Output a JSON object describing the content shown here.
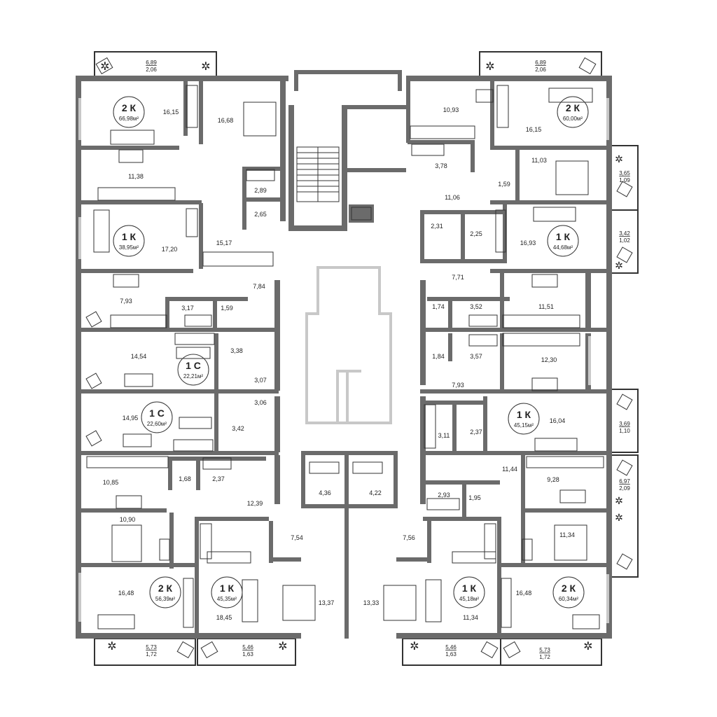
{
  "rooms": [
    {
      "id": "r01",
      "area": "16,15"
    },
    {
      "id": "r02",
      "area": "16,68"
    },
    {
      "id": "r03",
      "area": "11,38"
    },
    {
      "id": "r04",
      "area": "2,89"
    },
    {
      "id": "r05",
      "area": "2,65"
    },
    {
      "id": "r06",
      "area": "17,20"
    },
    {
      "id": "r07",
      "area": "15,17"
    },
    {
      "id": "r08",
      "area": "7,84"
    },
    {
      "id": "r09",
      "area": "7,93"
    },
    {
      "id": "r10",
      "area": "3,17"
    },
    {
      "id": "r11",
      "area": "1,59"
    },
    {
      "id": "r12",
      "area": "14,54"
    },
    {
      "id": "r13",
      "area": "3,38"
    },
    {
      "id": "r14",
      "area": "3,07"
    },
    {
      "id": "r15",
      "area": "3,06"
    },
    {
      "id": "r16",
      "area": "14,95"
    },
    {
      "id": "r17",
      "area": "3,42"
    },
    {
      "id": "r18",
      "area": "10,85"
    },
    {
      "id": "r19",
      "area": "1,68"
    },
    {
      "id": "r20",
      "area": "2,37"
    },
    {
      "id": "r21",
      "area": "12,39"
    },
    {
      "id": "r22",
      "area": "10,90"
    },
    {
      "id": "r23",
      "area": "16,48"
    },
    {
      "id": "r24",
      "area": "18,45"
    },
    {
      "id": "r25",
      "area": "7,54"
    },
    {
      "id": "r26",
      "area": "4,36"
    },
    {
      "id": "r27",
      "area": "4,22"
    },
    {
      "id": "r28",
      "area": "7,56"
    },
    {
      "id": "r29",
      "area": "13,37"
    },
    {
      "id": "r30",
      "area": "13,33"
    },
    {
      "id": "r31",
      "area": "10,93"
    },
    {
      "id": "r32",
      "area": "16,15"
    },
    {
      "id": "r33",
      "area": "3,78"
    },
    {
      "id": "r34",
      "area": "11,03"
    },
    {
      "id": "r35",
      "area": "1,59"
    },
    {
      "id": "r36",
      "area": "11,06"
    },
    {
      "id": "r37",
      "area": "2,31"
    },
    {
      "id": "r38",
      "area": "2,25"
    },
    {
      "id": "r39",
      "area": "16,93"
    },
    {
      "id": "r40",
      "area": "7,71"
    },
    {
      "id": "r41",
      "area": "1,74"
    },
    {
      "id": "r42",
      "area": "3,52"
    },
    {
      "id": "r43",
      "area": "11,51"
    },
    {
      "id": "r44",
      "area": "1,84"
    },
    {
      "id": "r45",
      "area": "3,57"
    },
    {
      "id": "r46",
      "area": "12,30"
    },
    {
      "id": "r47",
      "area": "7,93"
    },
    {
      "id": "r48",
      "area": "3,11"
    },
    {
      "id": "r49",
      "area": "2,37"
    },
    {
      "id": "r50",
      "area": "16,04"
    },
    {
      "id": "r51",
      "area": "11,44"
    },
    {
      "id": "r52",
      "area": "9,28"
    },
    {
      "id": "r53",
      "area": "2,93"
    },
    {
      "id": "r54",
      "area": "1,95"
    },
    {
      "id": "r55",
      "area": "11,34"
    },
    {
      "id": "r56",
      "area": "16,48"
    },
    {
      "id": "r57",
      "area": "11,34"
    }
  ],
  "units": [
    {
      "id": "u01",
      "type": "2 К",
      "total": "66,98м²"
    },
    {
      "id": "u02",
      "type": "1 К",
      "total": "38,95м²"
    },
    {
      "id": "u03",
      "type": "1 С",
      "total": "22,21м²"
    },
    {
      "id": "u04",
      "type": "1 С",
      "total": "22,60м²"
    },
    {
      "id": "u05",
      "type": "2 К",
      "total": "56,39м²"
    },
    {
      "id": "u06",
      "type": "1 К",
      "total": "45,35м²"
    },
    {
      "id": "u07",
      "type": "2 К",
      "total": "60,00м²"
    },
    {
      "id": "u08",
      "type": "1 К",
      "total": "44,68м²"
    },
    {
      "id": "u09",
      "type": "1 К",
      "total": "45,15м²"
    },
    {
      "id": "u10",
      "type": "1 К",
      "total": "45,18м²"
    },
    {
      "id": "u11",
      "type": "2 К",
      "total": "60,34м²"
    }
  ],
  "balconies": [
    {
      "id": "b01",
      "gross": "6,89",
      "net": "2,06"
    },
    {
      "id": "b02",
      "gross": "6,89",
      "net": "2,06"
    },
    {
      "id": "b03",
      "gross": "3,65",
      "net": "1,09"
    },
    {
      "id": "b04",
      "gross": "3,42",
      "net": "1,02"
    },
    {
      "id": "b05",
      "gross": "3,69",
      "net": "1,10"
    },
    {
      "id": "b06",
      "gross": "6,97",
      "net": "2,09"
    },
    {
      "id": "b07",
      "gross": "5,73",
      "net": "1,72"
    },
    {
      "id": "b08",
      "gross": "5,46",
      "net": "1,63"
    },
    {
      "id": "b09",
      "gross": "5,46",
      "net": "1,63"
    },
    {
      "id": "b10",
      "gross": "5,73",
      "net": "1,72"
    }
  ],
  "icons": [
    "plant-icon",
    "armchair-icon",
    "stove-icon"
  ],
  "colors": {
    "wall": "#6b6b6b",
    "shaft": "#c8c8c8",
    "line": "#333333"
  }
}
